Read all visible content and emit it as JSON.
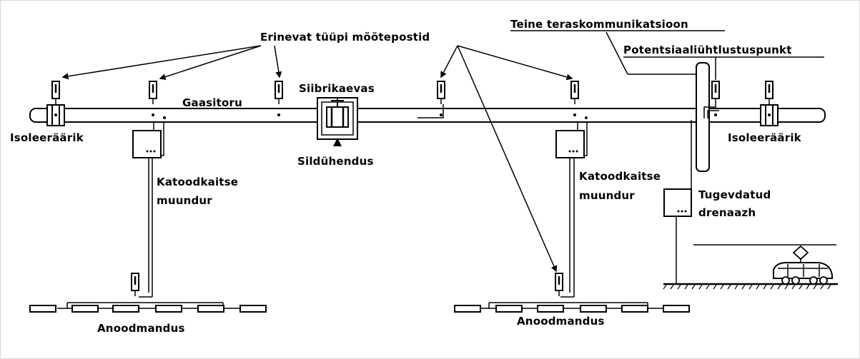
{
  "labels": {
    "measurement_posts": "Erinevat tüüpi mõõtepostid",
    "other_steel": "Teine teraskommunikatsioon",
    "potential_point": "Potentsiaaliühtlustuspunkt",
    "pipeline": "Gaasitoru",
    "valve_pit": "Siibrikaevas",
    "insulator_left": "Isoleeräärik",
    "insulator_right": "Isoleeräärik",
    "bridge": "Sildühendus",
    "cp_converter_left_1": "Katoodkaitse",
    "cp_converter_left_2": "muundur",
    "cp_converter_right_1": "Katoodkaitse",
    "cp_converter_right_2": "muundur",
    "drainage_1": "Tugevdatud",
    "drainage_2": "drenaazh",
    "anode_left": "Anoodmandus",
    "anode_right": "Anoodmandus"
  }
}
